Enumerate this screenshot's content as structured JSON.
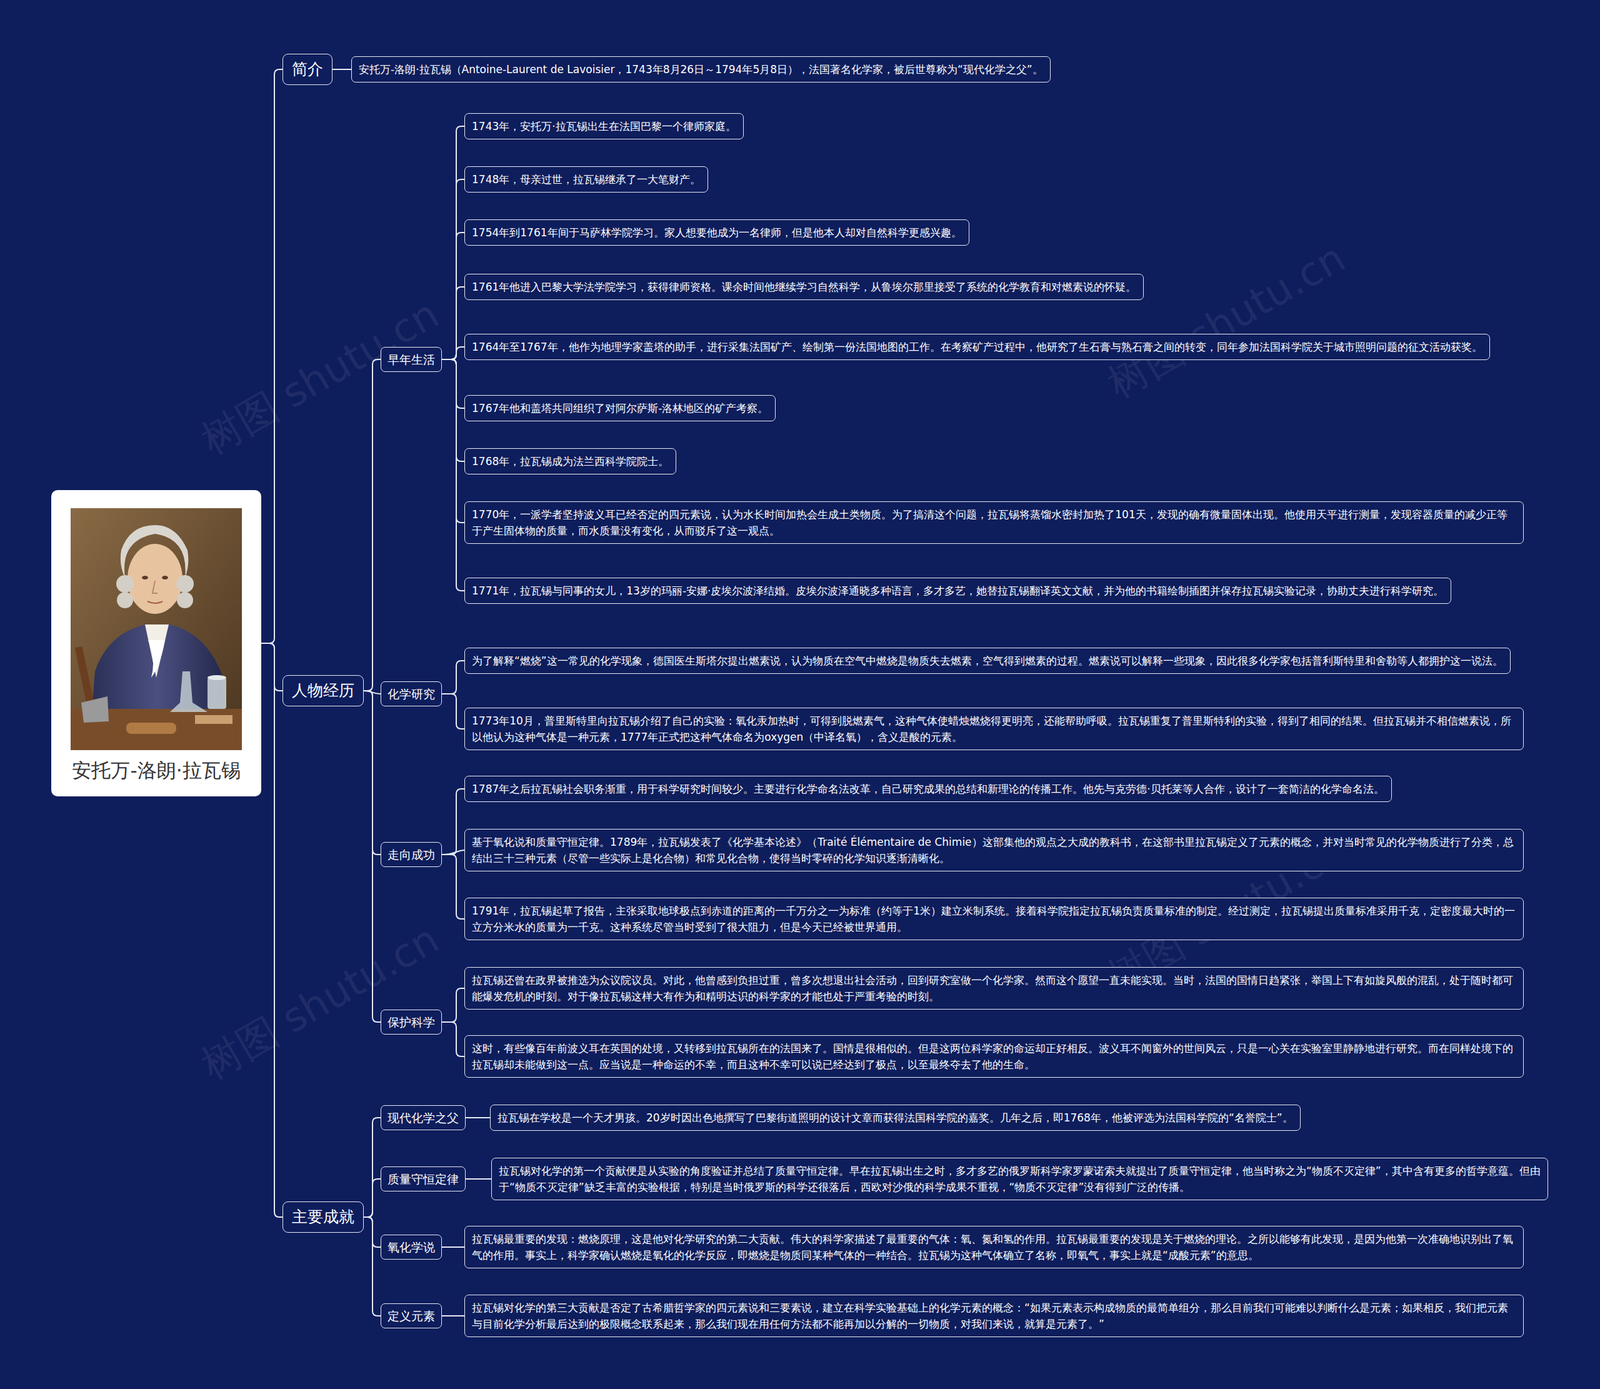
{
  "diagram": {
    "nodes": [
      {
        "text": [
          "安托万-洛朗·拉瓦锡"
        ]
      },
      {
        "text": [
          "简介"
        ]
      },
      {
        "text": [
          "安托万-洛朗·拉瓦锡（Antoine-Laurent de Lavoisier，1743年8月26日～1794年5月8日），法国著名化学家，被后世尊称为“现代化学之父”。"
        ]
      },
      {
        "text": [
          "人物经历"
        ]
      },
      {
        "text": [
          "早年生活"
        ]
      },
      {
        "text": [
          "1743年，安托万·拉瓦锡出生在法国巴黎一个律师家庭。"
        ]
      },
      {
        "text": [
          "1748年，母亲过世，拉瓦锡继承了一大笔财产。"
        ]
      },
      {
        "text": [
          "1754年到1761年间于马萨林学院学习。家人想要他成为一名律师，但是他本人却对自然科学更感兴趣。"
        ]
      },
      {
        "text": [
          "1761年他进入巴黎大学法学院学习，获得律师资格。课余时间他继续学习自然科学，从鲁埃尔那里接受了系统的化学教育和对燃素说的怀疑。"
        ]
      },
      {
        "text": [
          "1764年至1767年，他作为地理学家盖塔的助手，进行采集法国矿产、绘制第一份法国地图的工作。在考察矿产过程中，他研究了生石膏与熟石膏之间的转变，同年参加法国科学院关于城市照明问题的征文活动获奖。"
        ]
      },
      {
        "text": [
          "1767年他和盖塔共同组织了对阿尔萨斯-洛林地区的矿产考察。"
        ]
      },
      {
        "text": [
          "1768年，拉瓦锡成为法兰西科学院院士。"
        ]
      },
      {
        "text": [
          "1770年，一派学者坚持波义耳已经否定的四元素说，认为水长时间加热会生成土类物质。为了搞清这个问题，拉瓦锡将蒸馏水密封加热了101天，发现的确有微量固体出现。他使用天平进行测量，发现容器质量的减少正等于产生固体物的质量，而水质量没有变化，从而驳斥了这一观点。"
        ]
      },
      {
        "text": [
          "1771年，拉瓦锡与同事的女儿，13岁的玛丽-安娜·皮埃尔波泽结婚。皮埃尔波泽通晓多种语言，多才多艺，她替拉瓦锡翻译英文文献，并为他的书籍绘制插图并保存拉瓦锡实验记录，协助丈夫进行科学研究。"
        ]
      },
      {
        "text": [
          "化学研究"
        ]
      },
      {
        "text": [
          "为了解释“燃烧”这一常见的化学现象，德国医生斯塔尔提出燃素说，认为物质在空气中燃烧是物质失去燃素，空气得到燃素的过程。燃素说可以解释一些现象，因此很多化学家包括普利斯特里和舍勒等人都拥护这一说法。"
        ]
      },
      {
        "text": [
          "1773年10月，普里斯特里向拉瓦锡介绍了自己的实验：氧化汞加热时，可得到脱燃素气，这种气体使蜡烛燃烧得更明亮，还能帮助呼吸。拉瓦锡重复了普里斯特利的实验，得到了相同的结果。但拉瓦锡并不相信燃素说，所以他认为这种气体是一种元素，1777年正式把这种气体命名为oxygen（中译名氧），含义是酸的元素。"
        ]
      },
      {
        "text": [
          "走向成功"
        ]
      },
      {
        "text": [
          "1787年之后拉瓦锡社会职务渐重，用于科学研究时间较少。主要进行化学命名法改革，自己研究成果的总结和新理论的传播工作。他先与克劳德·贝托莱等人合作，设计了一套简洁的化学命名法。"
        ]
      },
      {
        "text": [
          "基于氧化说和质量守恒定律。1789年，拉瓦锡发表了《化学基本论述》（Traité Élémentaire de Chimie）这部集他的观点之大成的教科书，在这部书里拉瓦锡定义了元素的概念，并对当时常见的化学物质进行了分类，总结出三十三种元素（尽管一些实际上是化合物）和常见化合物，使得当时零碎的化学知识逐渐清晰化。"
        ]
      },
      {
        "text": [
          "1791年，拉瓦锡起草了报告，主张采取地球极点到赤道的距离的一千万分之一为标准（约等于1米）建立米制系统。接着科学院指定拉瓦锡负责质量标准的制定。经过测定，拉瓦锡提出质量标准采用千克，定密度最大时的一立方分米水的质量为一千克。这种系统尽管当时受到了很大阻力，但是今天已经被世界通用。"
        ]
      },
      {
        "text": [
          "保护科学"
        ]
      },
      {
        "text": [
          "拉瓦锡还曾在政界被推选为众议院议员。对此，他曾感到负担过重，曾多次想退出社会活动，回到研究室做一个化学家。然而这个愿望一直未能实现。当时，法国的国情日趋紧张，举国上下有如旋风般的混乱，处于随时都可能爆发危机的时刻。对于像拉瓦锡这样大有作为和精明达识的科学家的才能也处于严重考验的时刻。"
        ]
      },
      {
        "text": [
          "这时，有些像百年前波义耳在英国的处境，又转移到拉瓦锡所在的法国来了。国情是很相似的。但是这两位科学家的命运却正好相反。波义耳不闻窗外的世间风云，只是一心关在实验室里静静地进行研究。而在同样处境下的拉瓦锡却未能做到这一点。应当说是一种命运的不幸，而且这种不幸可以说已经达到了极点，以至最终夺去了他的生命。"
        ]
      },
      {
        "text": [
          "主要成就"
        ]
      },
      {
        "text": [
          "现代化学之父"
        ]
      },
      {
        "text": [
          "拉瓦锡在学校是一个天才男孩。20岁时因出色地撰写了巴黎街道照明的设计文章而获得法国科学院的嘉奖。几年之后，即1768年，他被评选为法国科学院的“名誉院士”。"
        ]
      },
      {
        "text": [
          "质量守恒定律"
        ]
      },
      {
        "text": [
          "拉瓦锡对化学的第一个贡献便是从实验的角度验证并总结了质量守恒定律。早在拉瓦锡出生之时，多才多艺的俄罗斯科学家罗蒙诺索夫就提出了质量守恒定律，他当时称之为“物质不灭定律”，其中含有更多的哲学意蕴。但由于“物质不灭定律”缺乏丰富的实验根据，特别是当时俄罗斯的科学还很落后，西欧对沙俄的科学成果不重视，“物质不灭定律”没有得到广泛的传播。"
        ]
      },
      {
        "text": [
          "氧化学说"
        ]
      },
      {
        "text": [
          "拉瓦锡最重要的发现：燃烧原理，这是他对化学研究的第二大贡献。伟大的科学家描述了最重要的气体：氧、氮和氢的作用。拉瓦锡最重要的发现是关于燃烧的理论。之所以能够有此发现，是因为他第一次准确地识别出了氧气的作用。事实上，科学家确认燃烧是氧化的化学反应，即燃烧是物质同某种气体的一种结合。拉瓦锡为这种气体确立了名称，即氧气，事实上就是“成酸元素”的意思。"
        ]
      },
      {
        "text": [
          "定义元素"
        ]
      },
      {
        "text": [
          "拉瓦锡对化学的第三大贡献是否定了古希腊哲学家的四元素说和三要素说，建立在科学实验基础上的化学元素的概念：“如果元素表示构成物质的最简单组分，那么目前我们可能难以判断什么是元素；如果相反，我们把元素与目前化学分析最后达到的极限概念联系起来，那么我们现在用任何方法都不能再加以分解的一切物质，对我们来说，就算是元素了。”"
        ]
      }
    ],
    "edges": [
      {
        "from": 0,
        "to": 1,
        "arrow": "none"
      },
      {
        "from": 0,
        "to": 3,
        "arrow": "none"
      },
      {
        "from": 0,
        "to": 24,
        "arrow": "none"
      },
      {
        "from": 1,
        "to": 2,
        "arrow": "none"
      },
      {
        "from": 3,
        "to": 4,
        "arrow": "none"
      },
      {
        "from": 3,
        "to": 14,
        "arrow": "none"
      },
      {
        "from": 3,
        "to": 17,
        "arrow": "none"
      },
      {
        "from": 3,
        "to": 21,
        "arrow": "none"
      },
      {
        "from": 4,
        "to": 5,
        "arrow": "none"
      },
      {
        "from": 4,
        "to": 6,
        "arrow": "none"
      },
      {
        "from": 4,
        "to": 7,
        "arrow": "none"
      },
      {
        "from": 4,
        "to": 8,
        "arrow": "none"
      },
      {
        "from": 4,
        "to": 9,
        "arrow": "none"
      },
      {
        "from": 4,
        "to": 10,
        "arrow": "none"
      },
      {
        "from": 4,
        "to": 11,
        "arrow": "none"
      },
      {
        "from": 4,
        "to": 12,
        "arrow": "none"
      },
      {
        "from": 4,
        "to": 13,
        "arrow": "none"
      },
      {
        "from": 14,
        "to": 15,
        "arrow": "none"
      },
      {
        "from": 14,
        "to": 16,
        "arrow": "none"
      },
      {
        "from": 17,
        "to": 18,
        "arrow": "none"
      },
      {
        "from": 17,
        "to": 19,
        "arrow": "none"
      },
      {
        "from": 17,
        "to": 20,
        "arrow": "none"
      },
      {
        "from": 21,
        "to": 22,
        "arrow": "none"
      },
      {
        "from": 21,
        "to": 23,
        "arrow": "none"
      },
      {
        "from": 24,
        "to": 25,
        "arrow": "none"
      },
      {
        "from": 24,
        "to": 27,
        "arrow": "none"
      },
      {
        "from": 24,
        "to": 29,
        "arrow": "none"
      },
      {
        "from": 24,
        "to": 31,
        "arrow": "none"
      },
      {
        "from": 25,
        "to": 26,
        "arrow": "none"
      },
      {
        "from": 27,
        "to": 28,
        "arrow": "none"
      },
      {
        "from": 29,
        "to": 30,
        "arrow": "none"
      },
      {
        "from": 31,
        "to": 32,
        "arrow": "none"
      }
    ],
    "labels": [
      "树图 shutu.cn",
      "树图 shutu.cn",
      "树图 shutu.cn",
      "树图 shutu.cn"
    ]
  }
}
